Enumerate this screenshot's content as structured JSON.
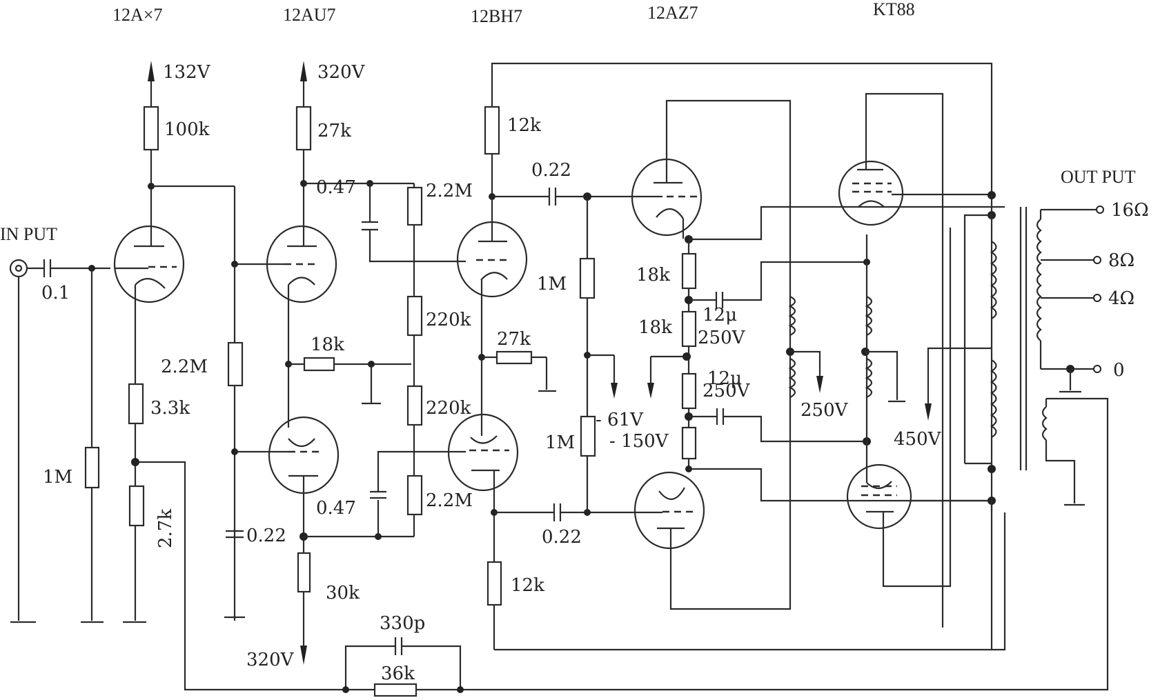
{
  "title": "12AX7 / 12AU7 / 12BH7 / 12AZ7 / KT88 push-pull tube amplifier schematic",
  "tubes": [
    {
      "id": "v1",
      "label": "12A×7"
    },
    {
      "id": "v2",
      "label": "12AU7"
    },
    {
      "id": "v3",
      "label": "12BH7"
    },
    {
      "id": "v4",
      "label": "12AZ7"
    },
    {
      "id": "v5",
      "label": "KT88"
    }
  ],
  "io": {
    "input_label": "IN PUT",
    "output_label": "OUT PUT",
    "taps": [
      "16Ω",
      "8Ω",
      "4Ω",
      "0"
    ]
  },
  "supplies": {
    "v1_plate": "132V",
    "v2_plate": "320V",
    "v2_tail": "320V",
    "bias_a": "- 61V",
    "bias_b": "- 150V",
    "driver_b_plus": "250V",
    "output_b_plus": "450V"
  },
  "components": {
    "c_in": "0.1",
    "r_grid_in": "1M",
    "r_v1_plate": "100k",
    "r_v1_k1": "3.3k",
    "r_v1_k2": "2.7k",
    "r_v2_plate": "27k",
    "r_v2_grid": "2.2M",
    "c_v2_grid": "0.22",
    "r_v2_cath": "18k",
    "r_v2_tail": "30k",
    "c_v3_top": "0.47",
    "c_v3_bot": "0.47",
    "r_v3_g1": "2.2M",
    "r_v3_div1": "220k",
    "r_v3_div2": "220k",
    "r_v3_g2": "2.2M",
    "r_v3_plate_top": "12k",
    "r_v3_plate_bot": "12k",
    "r_v3_cath": "27k",
    "c_v4_top": "0.22",
    "c_v4_bot": "0.22",
    "r_v4_grid_top": "1M",
    "r_v4_grid_bot": "1M",
    "r_v4_k1": "18k",
    "r_v4_k2": "18k",
    "c_couple_top_val": "12μ",
    "c_couple_top_v": "250V",
    "c_couple_bot_val": "12μ",
    "c_couple_bot_v": "250V",
    "c_fb": "330p",
    "r_fb": "36k"
  }
}
